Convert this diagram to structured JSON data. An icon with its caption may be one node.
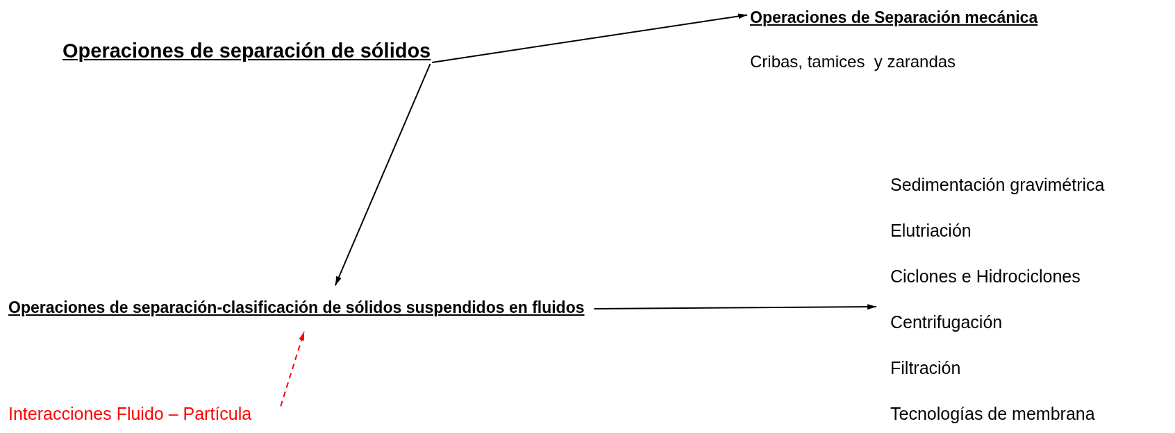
{
  "diagram": {
    "nodes": [
      {
        "text": [
          "Operaciones de separación de sólidos"
        ]
      },
      {
        "text": [
          "Operaciones de Separación mecánica",
          "Cribas, tamices  y zarandas"
        ]
      },
      {
        "text": [
          "Operaciones de separación-clasificación de sólidos suspendidos en fluidos"
        ]
      },
      {
        "text": [
          "Sedimentación gravimétrica",
          "Elutriación",
          "Ciclones e Hidrociclones",
          "Centrifugación",
          "Filtración",
          "Tecnologías de membrana"
        ]
      },
      {
        "text": [
          "Interacciones Fluido – Partícula"
        ]
      }
    ],
    "edges": [
      {
        "from": 0,
        "to": 1,
        "arrow": "to"
      },
      {
        "from": 0,
        "to": 2,
        "arrow": "to"
      },
      {
        "from": 2,
        "to": 3,
        "arrow": "to"
      },
      {
        "from": 4,
        "to": 2,
        "arrow": "to",
        "style": "dashed",
        "color": "#ff0000"
      }
    ]
  }
}
